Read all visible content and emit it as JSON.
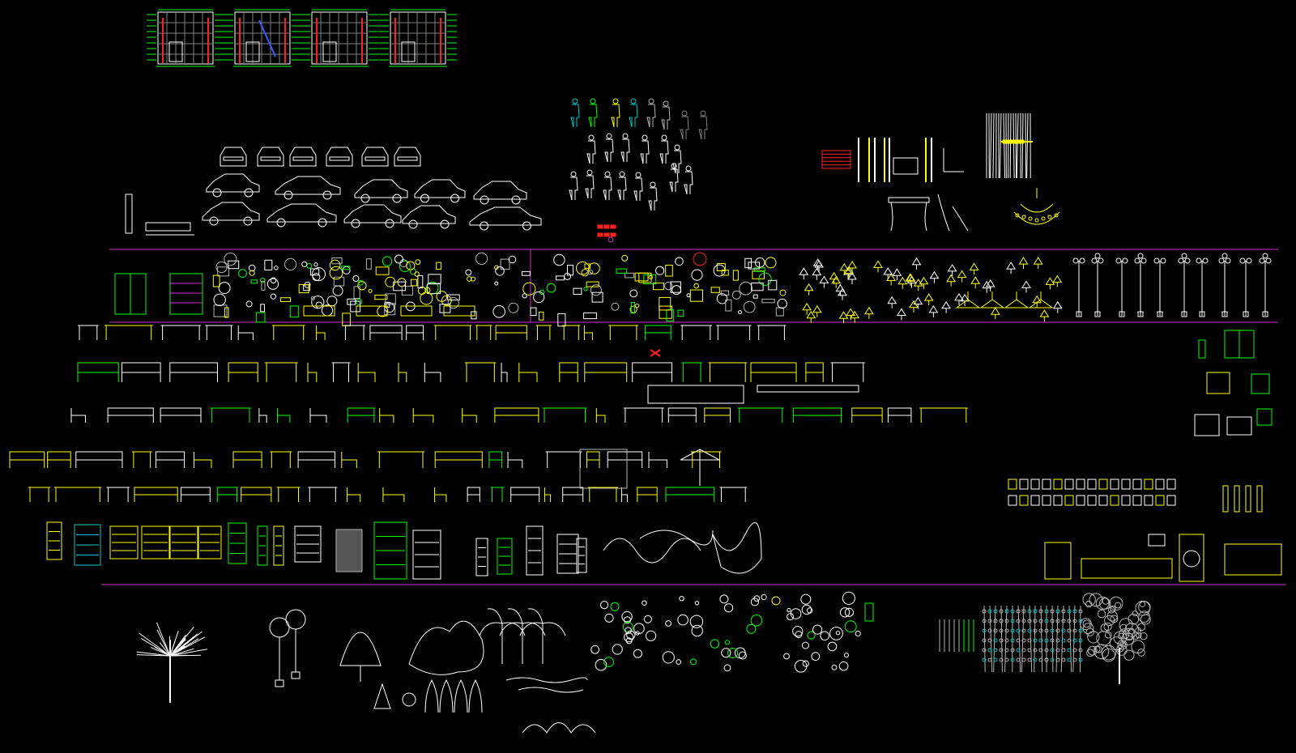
{
  "app": {
    "background": "#000000",
    "description_tags": []
  },
  "colors": {
    "white": "#ffffff",
    "gray": "#b4b4b4",
    "dim": "#808080",
    "yellow": "#ffff00",
    "green": "#00ff00",
    "cyan": "#00c8c8",
    "red": "#ff2020",
    "magenta": "#cc33cc",
    "blue": "#3c5cff"
  },
  "bands": [
    {
      "id": "elevations",
      "label": ""
    },
    {
      "id": "vehicles-people",
      "label": ""
    },
    {
      "id": "bath-kitchen-lighting",
      "label": ""
    },
    {
      "id": "furniture",
      "label": ""
    },
    {
      "id": "plants-landscape",
      "label": ""
    }
  ]
}
